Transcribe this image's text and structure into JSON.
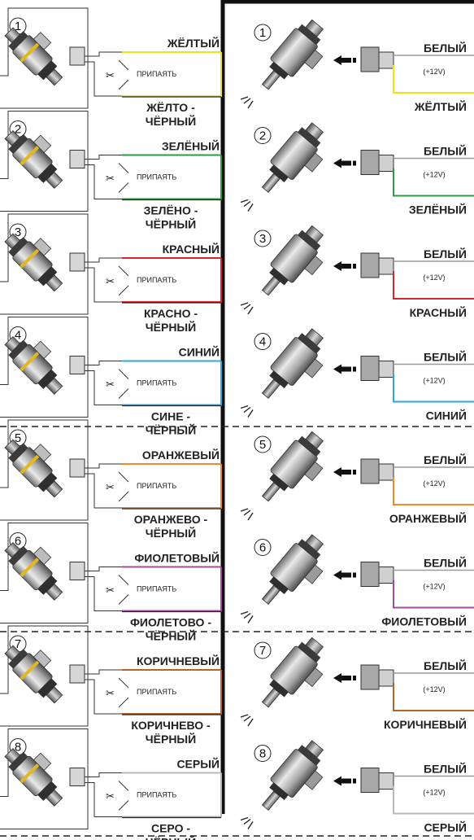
{
  "left_rows": [
    {
      "num": "1",
      "wire": "ЖЁЛТЫЙ",
      "wire_black": "ЖЁЛТО - ЧЁРНЫЙ",
      "solder": "ПРИПАЯТЬ",
      "color": "#f2e21a"
    },
    {
      "num": "2",
      "wire": "ЗЕЛЁНЫЙ",
      "wire_black": "ЗЕЛЁНО - ЧЁРНЫЙ",
      "solder": "ПРИПАЯТЬ",
      "color": "#2e9a45"
    },
    {
      "num": "3",
      "wire": "КРАСНЫЙ",
      "wire_black": "КРАСНО - ЧЁРНЫЙ",
      "solder": "ПРИПАЯТЬ",
      "color": "#d8262c"
    },
    {
      "num": "4",
      "wire": "СИНИЙ",
      "wire_black": "СИНЕ - ЧЁРНЫЙ",
      "solder": "ПРИПАЯТЬ",
      "color": "#2ea8e0"
    },
    {
      "num": "5",
      "wire": "ОРАНЖЕВЫЙ",
      "wire_black": "ОРАНЖЕВО - ЧЁРНЫЙ",
      "solder": "ПРИПАЯТЬ",
      "color": "#ef8a24"
    },
    {
      "num": "6",
      "wire": "ФИОЛЕТОВЫЙ",
      "wire_black": "ФИОЛЕТОВО - ЧЁРНЫЙ",
      "solder": "ПРИПАЯТЬ",
      "color": "#a24b9c"
    },
    {
      "num": "7",
      "wire": "КОРИЧНЕВЫЙ",
      "wire_black": "КОРИЧНЕВО - ЧЁРНЫЙ",
      "solder": "ПРИПАЯТЬ",
      "color": "#b2642a"
    },
    {
      "num": "8",
      "wire": "СЕРЫЙ",
      "wire_black": "СЕРО - ЧЁРНЫЙ",
      "solder": "ПРИПАЯТЬ",
      "color": "#b8b8b8"
    }
  ],
  "right_rows": [
    {
      "num": "1",
      "white": "БЕЛЫЙ",
      "voltage": "(+12V)",
      "wire": "ЖЁЛТЫЙ",
      "color": "#f2e21a"
    },
    {
      "num": "2",
      "white": "БЕЛЫЙ",
      "voltage": "(+12V)",
      "wire": "ЗЕЛЁНЫЙ",
      "color": "#2e9a45"
    },
    {
      "num": "3",
      "white": "БЕЛЫЙ",
      "voltage": "(+12V)",
      "wire": "КРАСНЫЙ",
      "color": "#d8262c"
    },
    {
      "num": "4",
      "white": "БЕЛЫЙ",
      "voltage": "(+12V)",
      "wire": "СИНИЙ",
      "color": "#2ea8e0"
    },
    {
      "num": "5",
      "white": "БЕЛЫЙ",
      "voltage": "(+12V)",
      "wire": "ОРАНЖЕВЫЙ",
      "color": "#ef8a24"
    },
    {
      "num": "6",
      "white": "БЕЛЫЙ",
      "voltage": "(+12V)",
      "wire": "ФИОЛЕТОВЫЙ",
      "color": "#a24b9c"
    },
    {
      "num": "7",
      "white": "БЕЛЫЙ",
      "voltage": "(+12V)",
      "wire": "КОРИЧНЕВЫЙ",
      "color": "#b2642a"
    },
    {
      "num": "8",
      "white": "БЕЛЫЙ",
      "voltage": "(+12V)",
      "wire": "СЕРЫЙ",
      "color": "#b8b8b8"
    }
  ]
}
